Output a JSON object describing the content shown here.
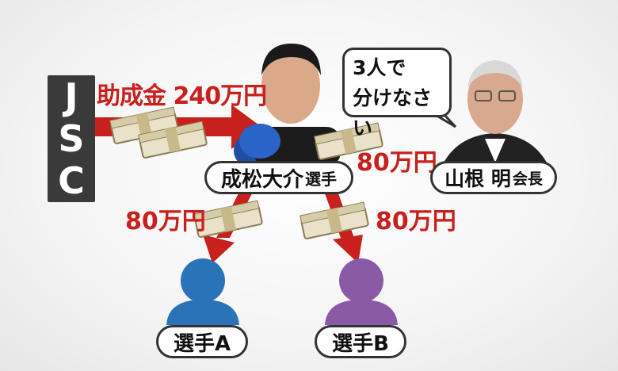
{
  "jsc": {
    "letters": [
      "J",
      "S",
      "C"
    ]
  },
  "grant": {
    "label": "助成金 240万円"
  },
  "narimatsu": {
    "name": "成松大介",
    "suffix": "選手"
  },
  "yamane": {
    "name": "山根 明",
    "suffix": "会長"
  },
  "speech": {
    "line1": "3人で",
    "line2": "分けなさい"
  },
  "amounts": {
    "to_yamane": "80万円",
    "to_a": "80万円",
    "to_b": "80万円"
  },
  "athletes": {
    "a": "選手A",
    "b": "選手B"
  },
  "colors": {
    "accent_red": "#c8201c",
    "athlete_a": "#2a73b8",
    "athlete_b": "#8a5aa6",
    "jsc_box": "#3a3a3a"
  }
}
